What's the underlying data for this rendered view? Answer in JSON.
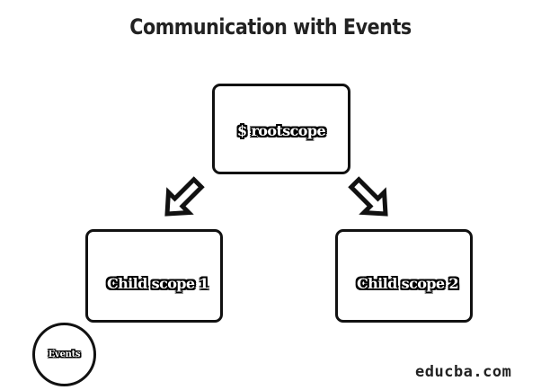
{
  "title": "Communication with Events",
  "nodes": {
    "root": {
      "label": "$ rootscope"
    },
    "child1": {
      "label": "Child scope 1"
    },
    "child2": {
      "label": "Child scope 2"
    }
  },
  "badge": {
    "label": "Events"
  },
  "watermark": "educba.com",
  "colors": {
    "stroke": "#111111",
    "background": "#ffffff",
    "title": "#222222"
  },
  "icons": {
    "left_arrow": "arrow-down-left-icon",
    "right_arrow": "arrow-down-right-icon"
  }
}
